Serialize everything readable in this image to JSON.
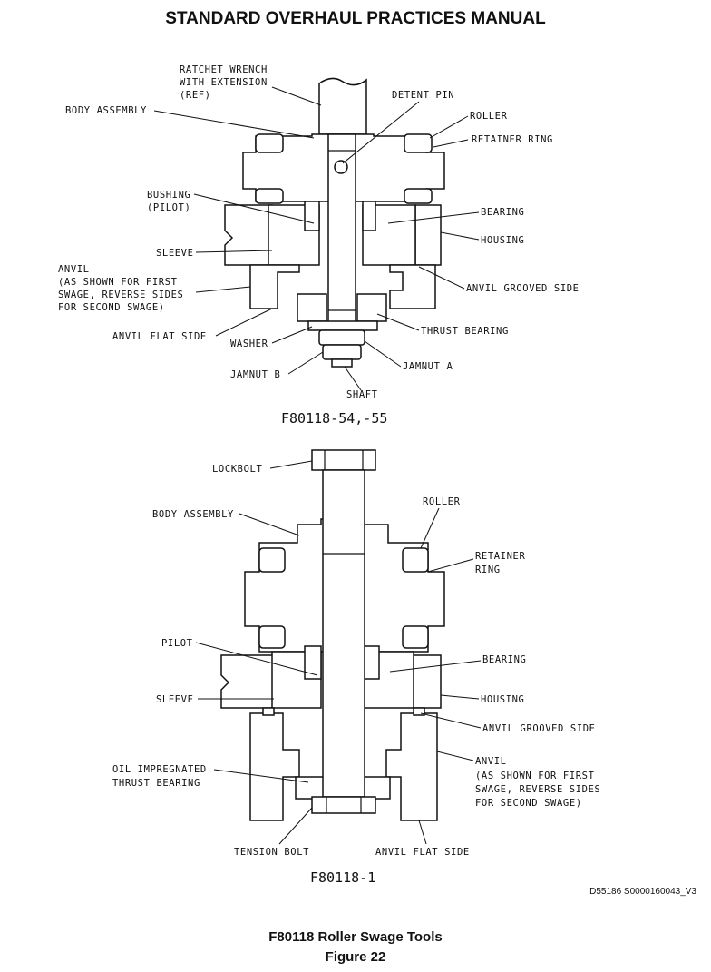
{
  "header": {
    "title": "STANDARD OVERHAUL PRACTICES MANUAL"
  },
  "figure1": {
    "id": "F80118-54,-55",
    "labels": {
      "ratchet_wrench_l1": "RATCHET WRENCH",
      "ratchet_wrench_l2": "WITH EXTENSION",
      "ratchet_wrench_l3": "(REF)",
      "detent_pin": "DETENT PIN",
      "body_assembly": "BODY ASSEMBLY",
      "roller": "ROLLER",
      "retainer_ring": "RETAINER RING",
      "bushing_l1": "BUSHING",
      "bushing_l2": "(PILOT)",
      "bearing": "BEARING",
      "housing": "HOUSING",
      "sleeve": "SLEEVE",
      "anvil_l1": "ANVIL",
      "anvil_l2": "(AS SHOWN FOR FIRST",
      "anvil_l3": "SWAGE, REVERSE SIDES",
      "anvil_l4": "FOR SECOND SWAGE)",
      "anvil_grooved_side": "ANVIL GROOVED SIDE",
      "anvil_flat_side": "ANVIL FLAT SIDE",
      "thrust_bearing": "THRUST BEARING",
      "washer": "WASHER",
      "jamnut_b": "JAMNUT B",
      "jamnut_a": "JAMNUT A",
      "shaft": "SHAFT"
    }
  },
  "figure2": {
    "id": "F80118-1",
    "labels": {
      "lockbolt": "LOCKBOLT",
      "body_assembly": "BODY ASSEMBLY",
      "roller": "ROLLER",
      "retainer_l1": "RETAINER",
      "retainer_l2": "RING",
      "pilot": "PILOT",
      "bearing": "BEARING",
      "sleeve": "SLEEVE",
      "housing": "HOUSING",
      "anvil_grooved_side": "ANVIL GROOVED SIDE",
      "oil_l1": "OIL IMPREGNATED",
      "oil_l2": "THRUST BEARING",
      "anvil_l1": "ANVIL",
      "anvil_l2": "(AS SHOWN FOR FIRST",
      "anvil_l3": "SWAGE, REVERSE SIDES",
      "anvil_l4": "FOR SECOND SWAGE)",
      "tension_bolt": "TENSION BOLT",
      "anvil_flat_side": "ANVIL FLAT SIDE"
    }
  },
  "doc_code": "D55186 S0000160043_V3",
  "caption": {
    "line1": "F80118 Roller Swage Tools",
    "line2": "Figure 22"
  }
}
